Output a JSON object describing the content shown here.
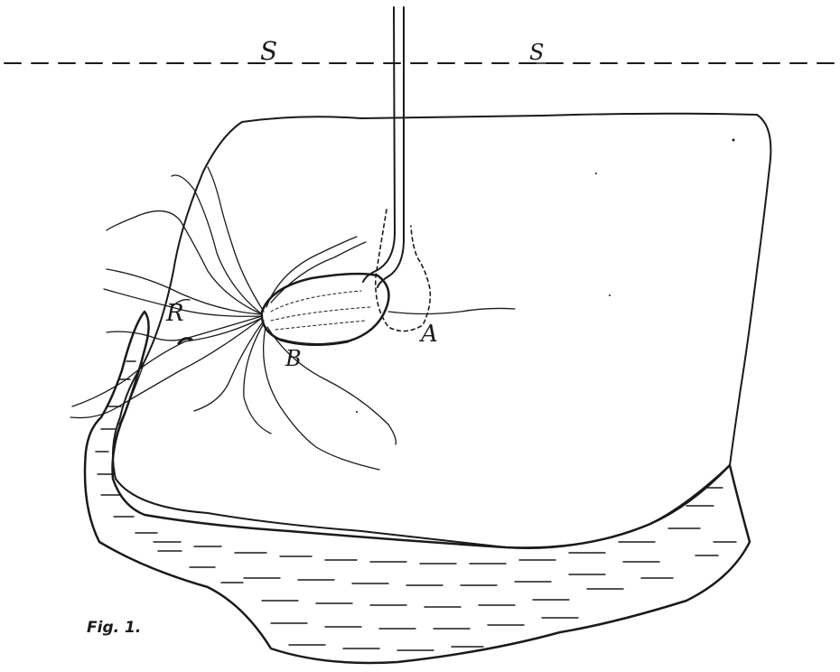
{
  "figure": {
    "caption": "Fig. 1.",
    "labels": {
      "surface_left": "S",
      "surface_right": "S",
      "old_position": "A",
      "seed": "B",
      "roots": "R"
    }
  },
  "colors": {
    "ink": "#1a1a1a",
    "paper": "#ffffff"
  }
}
